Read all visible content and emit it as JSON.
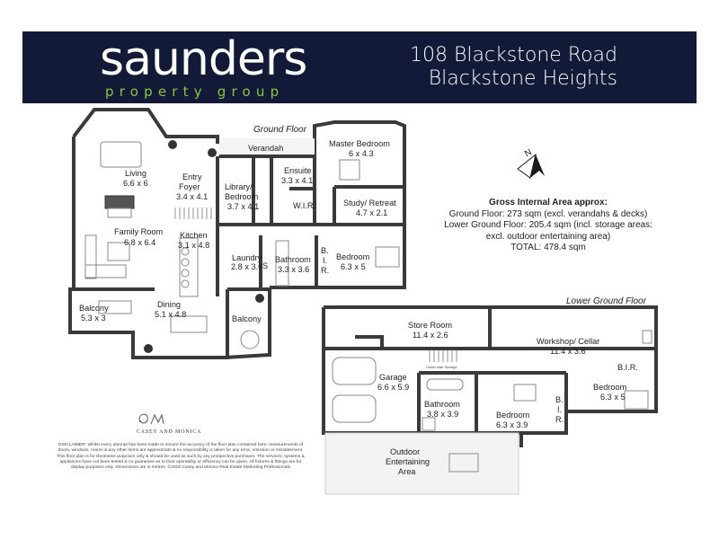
{
  "brand": {
    "name": "saunders",
    "subtitle": "property group"
  },
  "address": {
    "line1": "108 Blackstone Road",
    "line2": "Blackstone Heights"
  },
  "floors": {
    "ground_title": "Ground Floor",
    "lower_title": "Lower Ground Floor"
  },
  "rooms": {
    "verandah": "Verandah",
    "master_bedroom": {
      "name": "Master Bedroom",
      "dim": "6 x 4.3"
    },
    "living": {
      "name": "Living",
      "dim": "6.6 x 6"
    },
    "entry": {
      "name1": "Entry",
      "name2": "Foyer",
      "dim": "3.4 x 4.1"
    },
    "library": {
      "name1": "Library/",
      "name2": "Bedroom",
      "dim": "3.7 x 4.1"
    },
    "ensuite": {
      "name": "Ensuite",
      "dim": "3.3 x 4.1"
    },
    "wir": "W.I.R.",
    "study": {
      "name": "Study/ Retreat",
      "dim": "4.7 x 2.1"
    },
    "family": {
      "name": "Family Room",
      "dim": "6.8 x 6.4"
    },
    "kitchen": {
      "name": "Kitchen",
      "dim": "3.1 x 4.8"
    },
    "laundry": {
      "name": "Laundry",
      "dim": "2.8 x 3.6"
    },
    "laundry_s": "S",
    "bathroom_g": {
      "name": "Bathroom",
      "dim": "3.3 x 3.6"
    },
    "bir_g": "B.\nI.\nR.",
    "bedroom_g": {
      "name": "Bedroom",
      "dim": "6.3 x 5"
    },
    "balcony_w": {
      "name": "Balcony",
      "dim": "5.3 x 3"
    },
    "dining": {
      "name": "Dining",
      "dim": "5.1 x 4.8"
    },
    "balcony_s": "Balcony",
    "store": {
      "name": "Store Room",
      "dim": "11.4 x 2.6"
    },
    "workshop": {
      "name": "Workshop/ Cellar",
      "dim": "11.4 x 3.6"
    },
    "bir_l": "B.I.R.",
    "under_stair": "Under stair Storage",
    "garage": {
      "name": "Garage",
      "dim": "6.6 x 5.9"
    },
    "bathroom_l": {
      "name": "Bathroom",
      "dim": "3.8 x 3.9"
    },
    "bedroom_l1": {
      "name": "Bedroom",
      "dim": "6.3 x 3.9"
    },
    "bir_l2": "B.\nI.\nR.",
    "bedroom_l2": {
      "name": "Bedroom",
      "dim": "6.3 x 5"
    },
    "outdoor": {
      "name1": "Outdoor",
      "name2": "Entertaining",
      "name3": "Area"
    }
  },
  "compass": "N",
  "gross_area": {
    "heading": "Gross Internal Area approx:",
    "line1": "Ground Floor: 273 sqm (excl. verandahs & decks)",
    "line2": "Lower Ground Floor: 205.4 sqm (incl. storage areas:",
    "line3": "excl. outdoor entertaining area)",
    "line4": "TOTAL: 478.4 sqm"
  },
  "agency_logo": "CASEY AND MONICA",
  "disclaimer": "DISCLAIMER: Whilst every attempt has been made to ensure the accuracy of the floor plan contained here, measurements of doors, windows, rooms & any other items are approximate & no responsibility is taken for any error, omission or misstatement. This floor plan is for illustrative purposes only & should be used as such by any prospective purchaser. The services, systems & appliances have not been tested & no guarantee as to their operability or efficiency can be given. All fixtures & fittings are for display purposes only. Dimensions are in metres. ©2018 Casey and Monica Real Estate Marketing Professionals"
}
